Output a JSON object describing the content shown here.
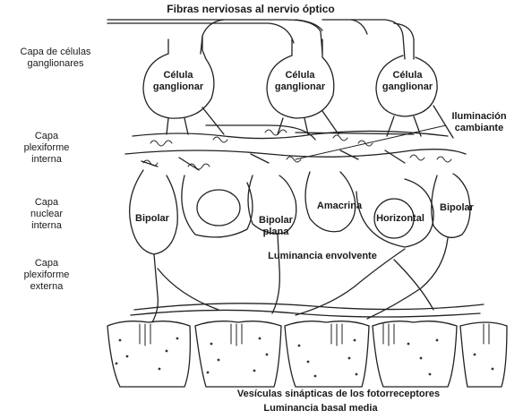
{
  "title": "Fibras nerviosas al nervio óptico",
  "layers": {
    "ganglion": "Capa de células\nganglionares",
    "inner_plexiform": "Capa\nplexiforme\ninterna",
    "inner_nuclear": "Capa\nnuclear\ninterna",
    "outer_plexiform": "Capa\nplexiforme\nexterna"
  },
  "cells": {
    "ganglion_1": "Célula\nganglionar",
    "ganglion_2": "Célula\nganglionar",
    "ganglion_3": "Célula\nganglionar",
    "bipolar_left": "Bipolar",
    "bipolar_flat": "Bipolar\nplana",
    "amacrine": "Amacrina",
    "horizontal": "Horizontal",
    "bipolar_right": "Bipolar"
  },
  "annotations": {
    "changing_illumination": "Iluminación\ncambiante",
    "surround_luminance": "Luminancia envolvente",
    "synaptic_vesicles": "Vesículas sinápticas de los fotorreceptores",
    "mean_basal_luminance": "Luminancia basal media"
  }
}
